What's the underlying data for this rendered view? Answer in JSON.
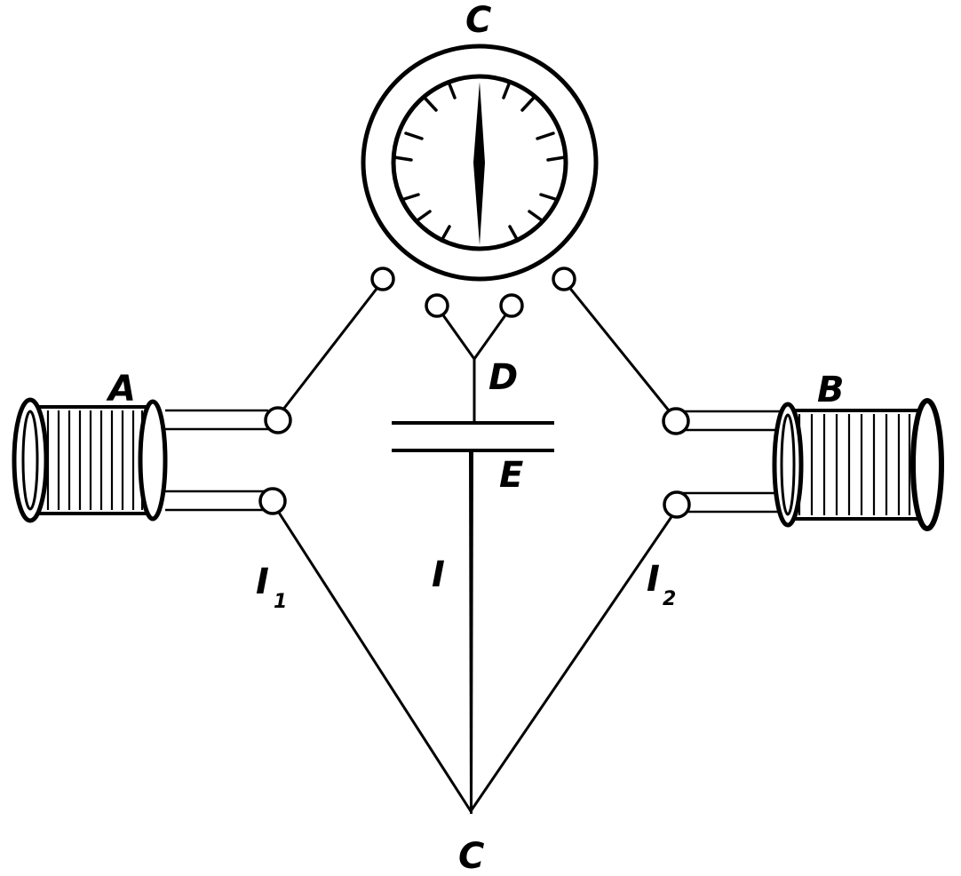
{
  "labels": {
    "galvanometer": "C",
    "junction": "D",
    "plate": "E",
    "bottom": "C",
    "coil_left": "A",
    "coil_right": "B",
    "current_main": "I",
    "current_left": "I",
    "current_left_sub": "1",
    "current_right": "I",
    "current_right_sub": "2"
  }
}
